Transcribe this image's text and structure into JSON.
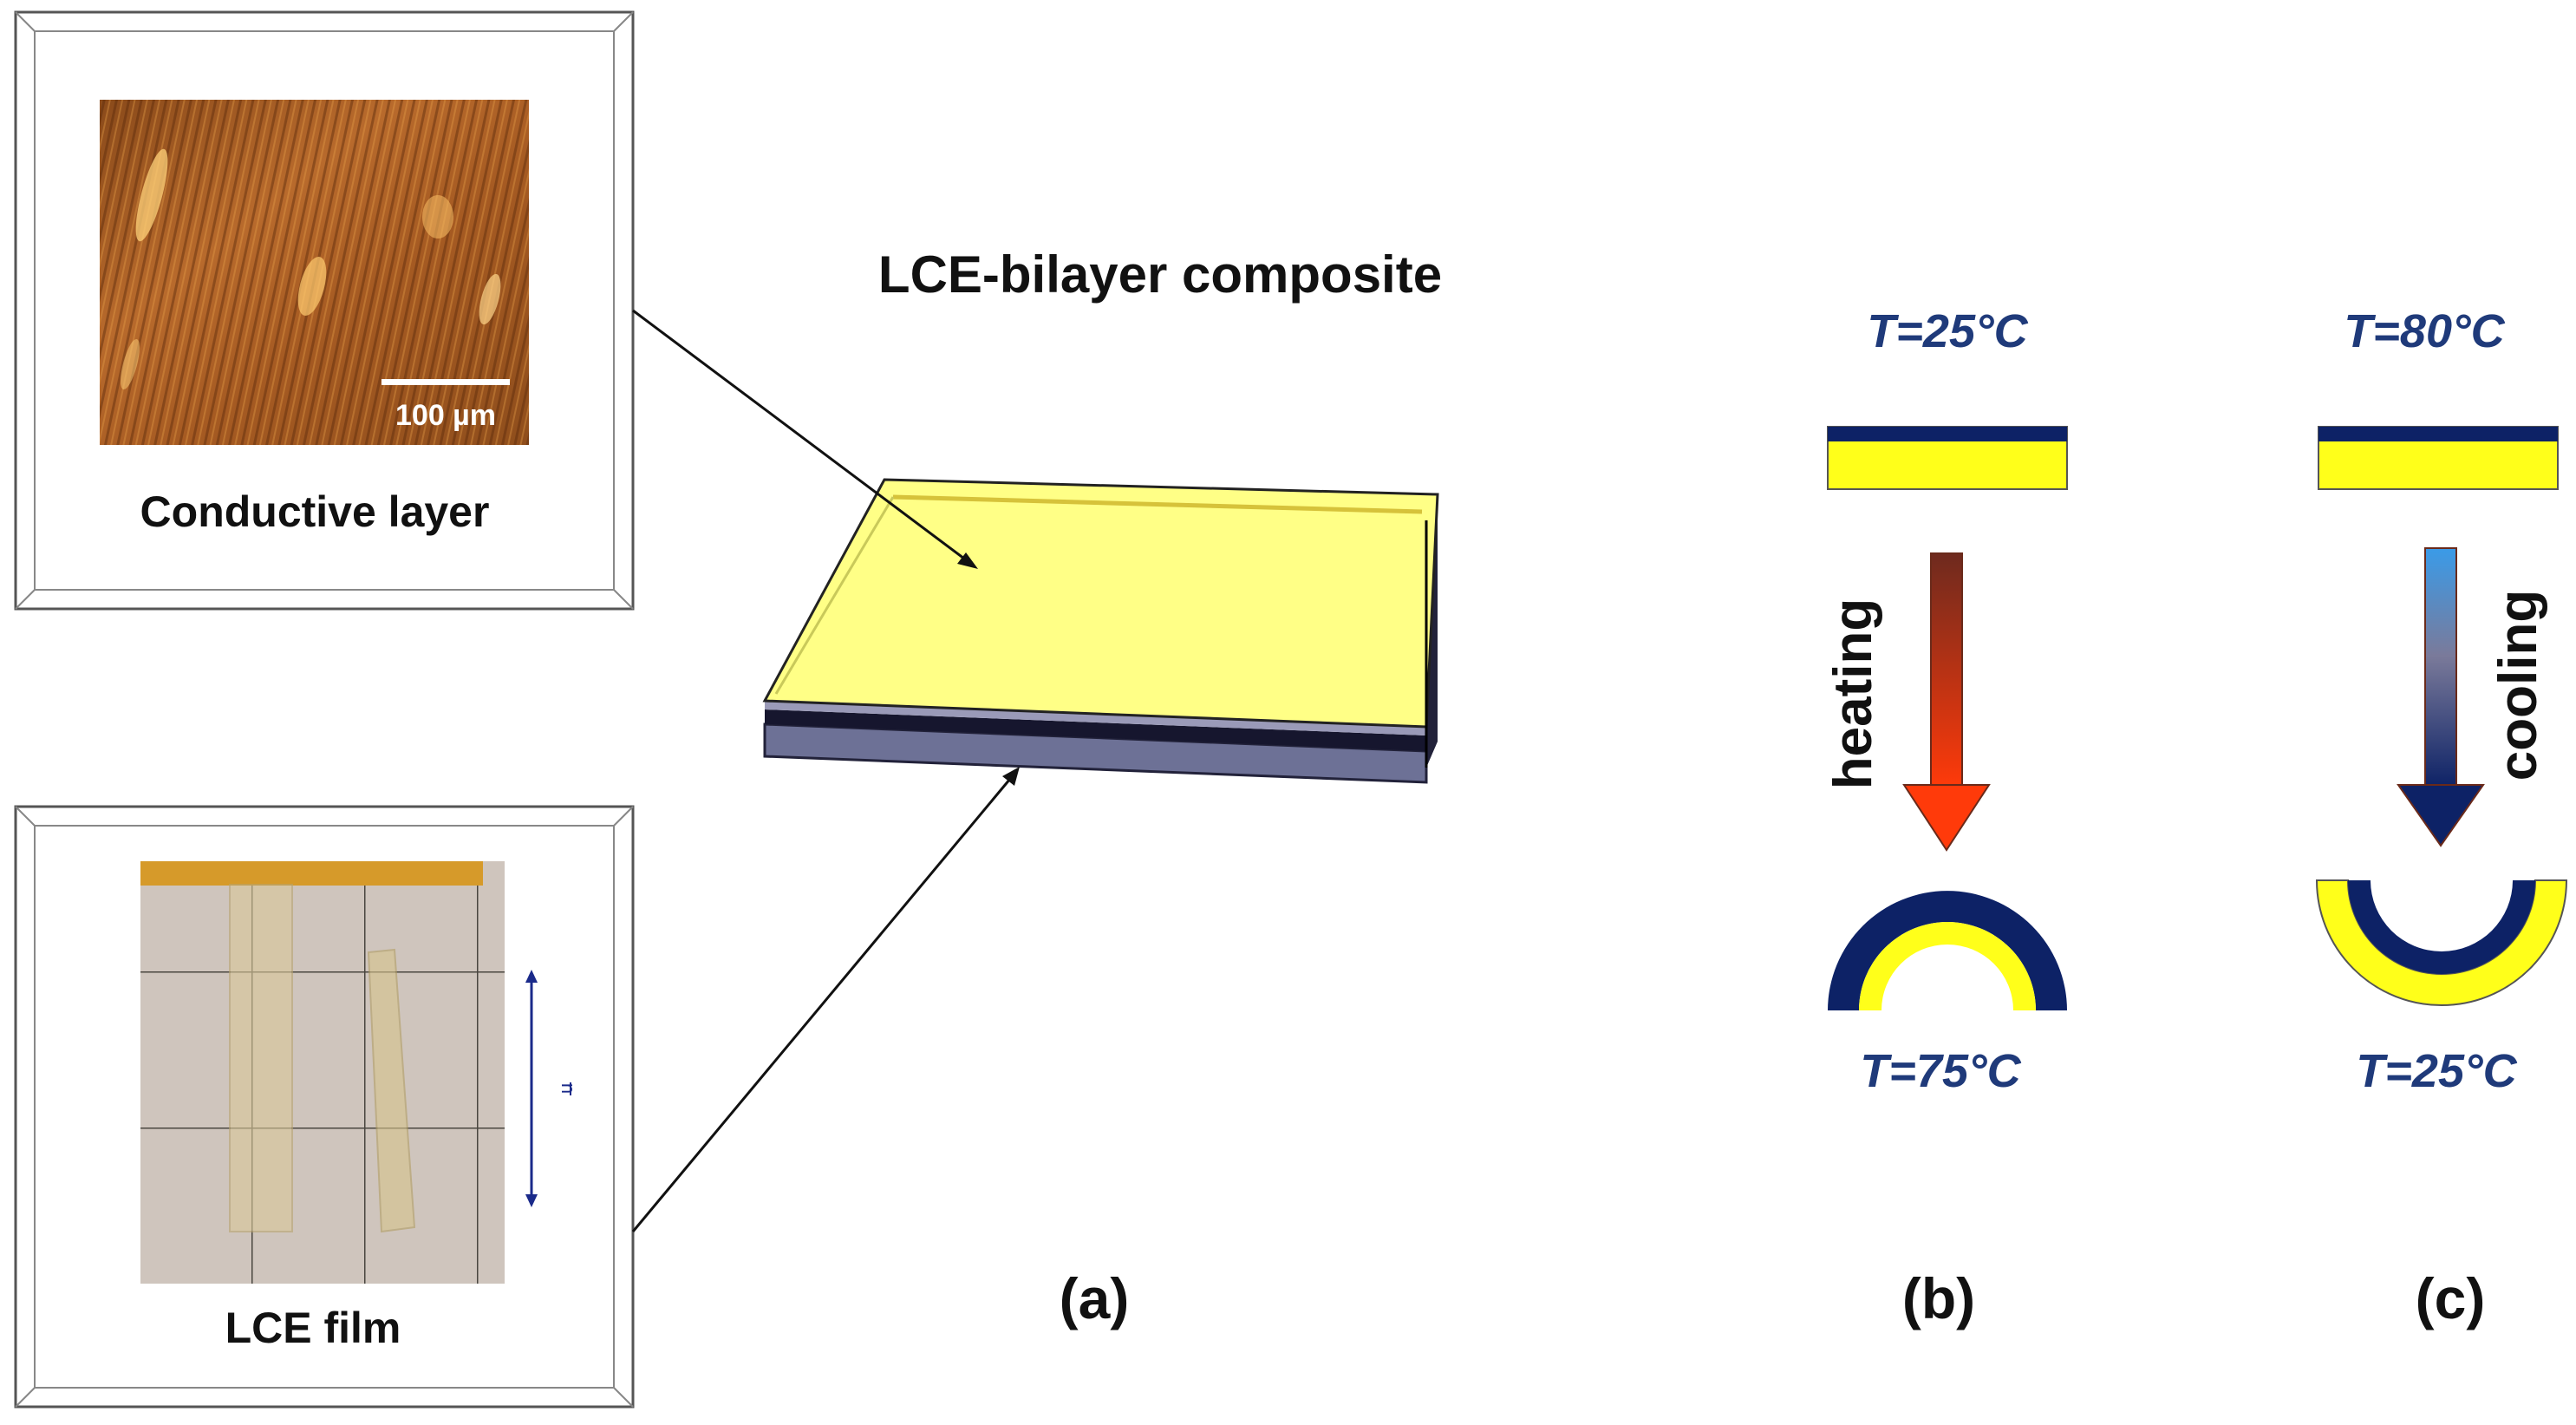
{
  "figure": {
    "panel_a": {
      "title": "LCE-bilayer composite",
      "label": "(a)",
      "inset_top": {
        "caption": "Conductive layer",
        "scale_bar_text": "100 µm"
      },
      "inset_bottom": {
        "caption": "LCE film",
        "director_symbol": "n"
      }
    },
    "panel_b": {
      "label": "(b)",
      "temp_initial": "T=25°C",
      "process": "heating",
      "temp_final": "T=75°C"
    },
    "panel_c": {
      "label": "(c)",
      "temp_initial": "T=80°C",
      "process": "cooling",
      "temp_final": "T=25°C"
    }
  },
  "colors": {
    "layer_yellow": "#ffff1a",
    "layer_navy": "#0d2266",
    "temp_text": "#1f3a7a",
    "copper": "#b5692a",
    "heating_top": "#7a2a1a",
    "heating_bottom": "#ff3a0a",
    "cooling_top": "#3a8ee0",
    "cooling_bottom": "#0d2266"
  }
}
